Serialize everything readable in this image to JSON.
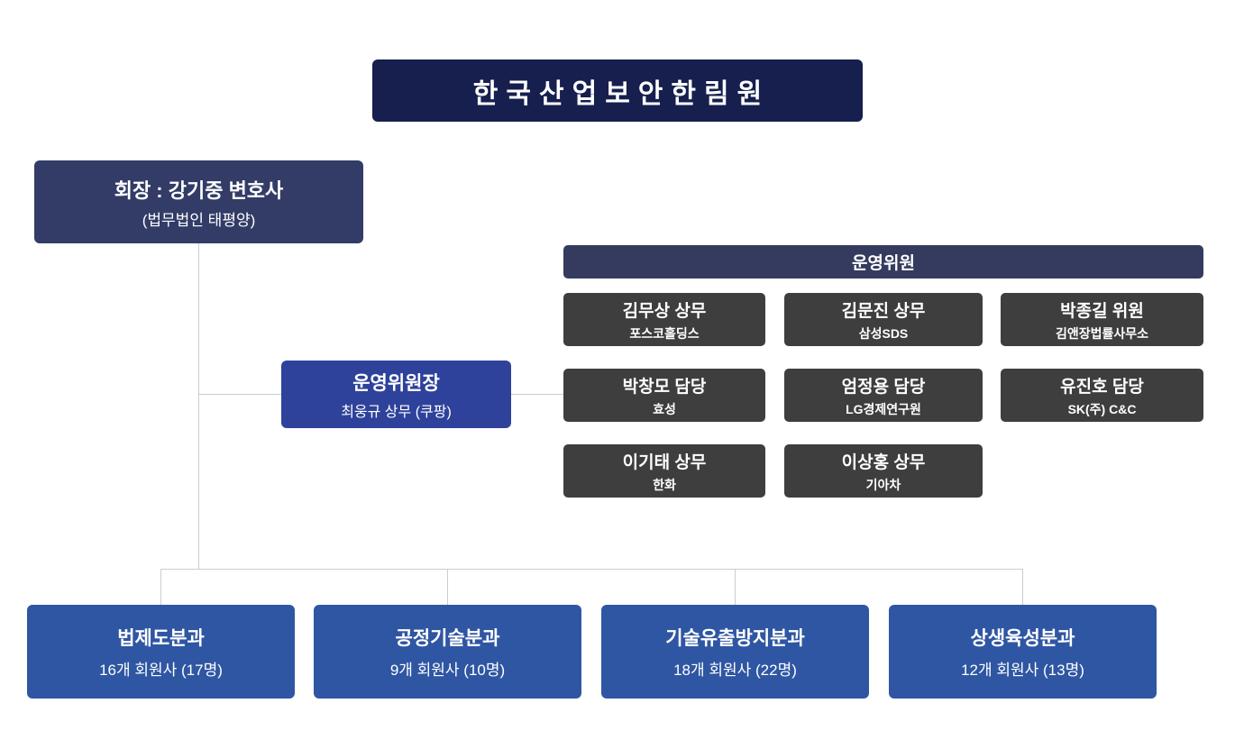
{
  "title": "한국산업보안한림원",
  "chairman": {
    "line1": "회장 : 강기중 변호사",
    "line2": "(법무법인 태평양)"
  },
  "committee_chair": {
    "line1": "운영위원장",
    "line2": "최웅규 상무 (쿠팡)"
  },
  "committee": {
    "header": "운영위원",
    "members": [
      {
        "name": "김무상 상무",
        "org": "포스코홀딩스"
      },
      {
        "name": "김문진 상무",
        "org": "삼성SDS"
      },
      {
        "name": "박종길 위원",
        "org": "김앤장법률사무소"
      },
      {
        "name": "박창모 담당",
        "org": "효성"
      },
      {
        "name": "엄정용 담당",
        "org": "LG경제연구원"
      },
      {
        "name": "유진호 담당",
        "org": "SK(주) C&C"
      },
      {
        "name": "이기태 상무",
        "org": "한화"
      },
      {
        "name": "이상홍 상무",
        "org": "기아차"
      }
    ]
  },
  "divisions": [
    {
      "name": "법제도분과",
      "detail": "16개 회원사 (17명)"
    },
    {
      "name": "공정기술분과",
      "detail": "9개 회원사 (10명)"
    },
    {
      "name": "기술유출방지분과",
      "detail": "18개 회원사 (22명)"
    },
    {
      "name": "상생육성분과",
      "detail": "12개 회원사 (13명)"
    }
  ],
  "colors": {
    "title_bg": "#161f4e",
    "chairman_bg": "#323c67",
    "committee_chair_bg": "#2e429b",
    "committee_header_bg": "#343b5e",
    "member_bg": "#3e3e3e",
    "division_bg": "#2f56a3",
    "connector_line": "#c9cdd2"
  }
}
